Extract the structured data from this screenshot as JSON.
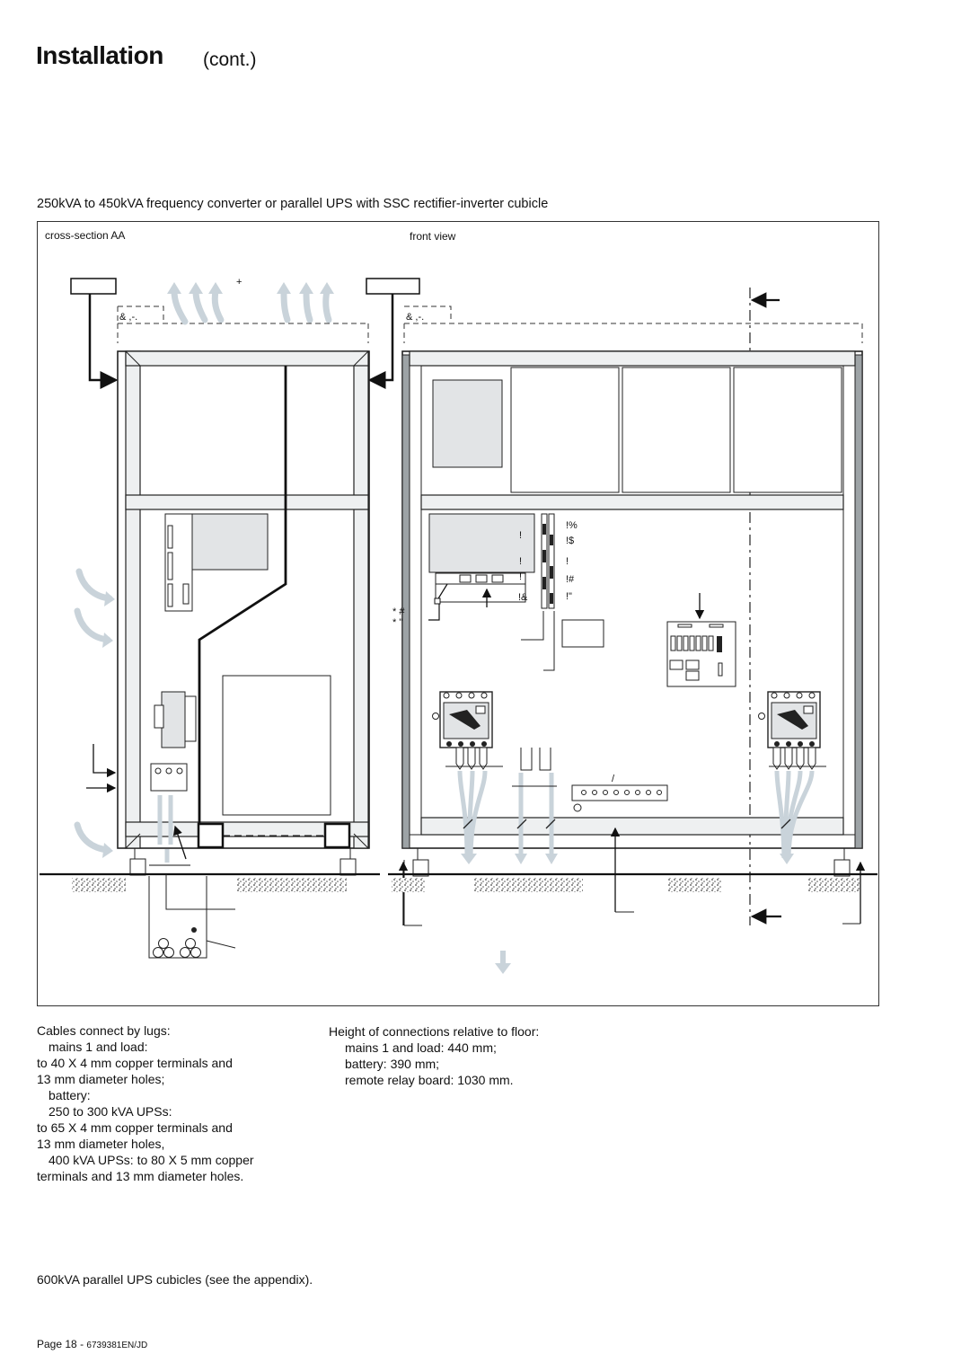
{
  "header": {
    "title": "Installation",
    "title_suffix": "(cont.)"
  },
  "figure": {
    "caption": "250kVA to 450kVA frequency converter or parallel UPS with SSC rectifier-inverter cubicle",
    "view_left": "cross-section AA",
    "view_right": "front view",
    "callouts": {
      "plus": "+",
      "left_top": "& ,-.",
      "right_top": "& ,-.",
      "r1": "!%",
      "r2": "!$",
      "r3": "!",
      "r4": "!#",
      "r5": "!\"",
      "r6": "!&",
      "c1": "!",
      "c2": "!",
      "c3": "!",
      "star1": "* #",
      "star2": "* \"",
      "slash": "/"
    }
  },
  "notes_left": {
    "l1": "Cables connect by lugs:",
    "l2": "mains 1 and load:",
    "l3": "to 40 X 4 mm copper terminals and",
    "l4": "13 mm diameter holes;",
    "l5": "battery:",
    "l6": "250 to 300 kVA UPSs:",
    "l7": "to 65 X 4 mm copper terminals and",
    "l8": "13 mm diameter holes,",
    "l9": "400 kVA UPSs: to 80 X 5 mm copper",
    "l10": "terminals and 13 mm diameter holes."
  },
  "notes_right": {
    "l1": "Height of connections relative to floor:",
    "l2": "mains 1 and load: 440 mm;",
    "l3": "battery: 390 mm;",
    "l4": "remote relay board: 1030 mm."
  },
  "appendix_note": "600kVA parallel UPS cubicles (see the appendix).",
  "footer": {
    "page": "Page 18",
    "separator": "-",
    "doc_ref": "6739381EN/JD"
  },
  "colors": {
    "airflow": "#c9d3da",
    "panel_fill": "#e2e4e6",
    "frame": "#222222"
  }
}
